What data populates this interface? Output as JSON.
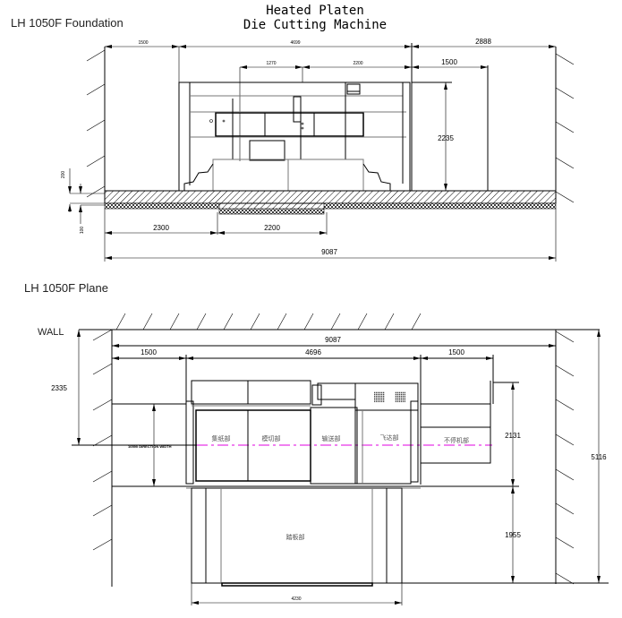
{
  "title": {
    "line1": "Heated Platen",
    "line2": "Die Cutting Machine"
  },
  "foundation_view": {
    "label": "LH 1050F Foundation",
    "dims": {
      "top_left": "1500",
      "top_middle": "4699",
      "top_right": "2888",
      "inner_left": "1270",
      "inner_right": "2200",
      "right_width": "1500",
      "right_height": "2235",
      "left_upper_vertical": "200",
      "left_lower_vertical": "100",
      "bottom_left": "2300",
      "bottom_pit": "2200",
      "bottom_total": "9087"
    }
  },
  "plane_view": {
    "label": "LH 1050F Plane",
    "wall_label": "WALL",
    "dims": {
      "total_width": "9087",
      "left_clearance": "1500",
      "machine_length": "4696",
      "right_clearance": "1500",
      "wall_to_center": "2335",
      "machine_width": "2131",
      "front_clearance": "1955",
      "total_depth": "5116",
      "pit_width": "4230"
    },
    "centerline_label": "10590 DIRECTION WIDTH",
    "sections": {
      "delivery": "集纸部",
      "die_cutting": "模切部",
      "transfer": "输送部",
      "feeder": "飞达部",
      "non_stop": "不停机部",
      "platform": "踏板部"
    }
  },
  "colors": {
    "line": "#000000",
    "centerline": "#e000e0",
    "background": "#ffffff"
  }
}
